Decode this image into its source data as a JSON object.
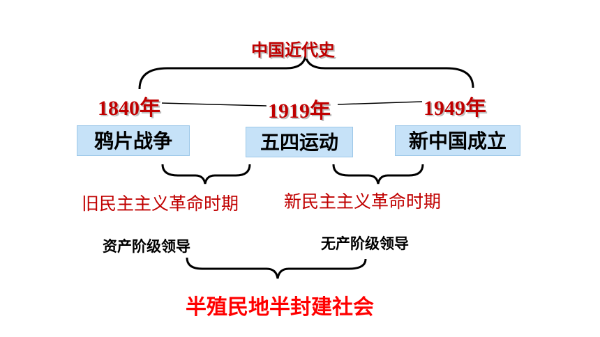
{
  "title": "中国近代史",
  "years": [
    {
      "number": "1840",
      "suffix": "年"
    },
    {
      "number": "1919",
      "suffix": "年"
    },
    {
      "number": "1949",
      "suffix": "年"
    }
  ],
  "events": [
    "鸦片战争",
    "五四运动",
    "新中国成立"
  ],
  "periods": [
    "旧民主主义革命时期",
    "新民主主义革命时期"
  ],
  "leaders": [
    "资产阶级领导",
    "无产阶级领导"
  ],
  "society": "半殖民地半封建社会",
  "colors": {
    "title": "#c00000",
    "society": "#ff0000",
    "event_box": "#c6e2f8"
  }
}
